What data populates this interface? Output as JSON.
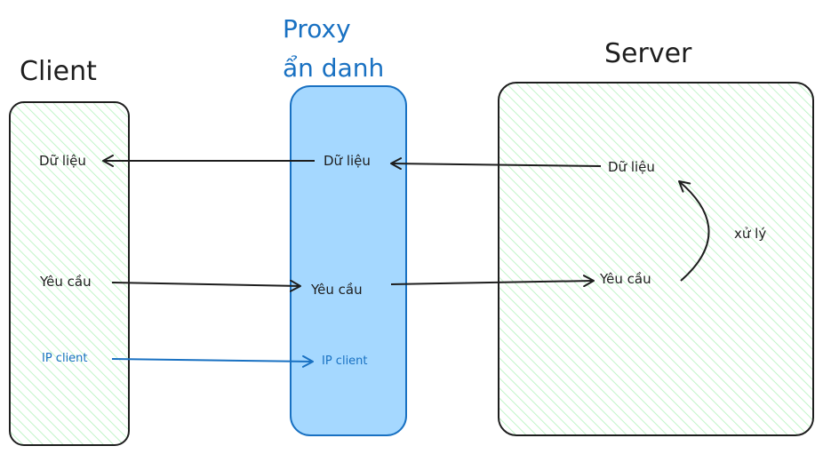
{
  "titles": {
    "client": "Client",
    "proxy_line1": "Proxy",
    "proxy_line2": "ẩn danh",
    "server": "Server"
  },
  "client": {
    "data_label": "Dữ liệu",
    "request_label": "Yêu cầu",
    "ip_label": "IP client"
  },
  "proxy": {
    "data_label": "Dữ liệu",
    "request_label": "Yêu cầu",
    "ip_label": "IP client"
  },
  "server": {
    "data_label": "Dữ liệu",
    "request_label": "Yêu cầu",
    "process_label": "xử lý"
  },
  "colors": {
    "stroke": "#1e1e1e",
    "green_hatch": "#b2f2bb",
    "proxy_fill": "#a5d8ff",
    "blue": "#1971c2"
  }
}
